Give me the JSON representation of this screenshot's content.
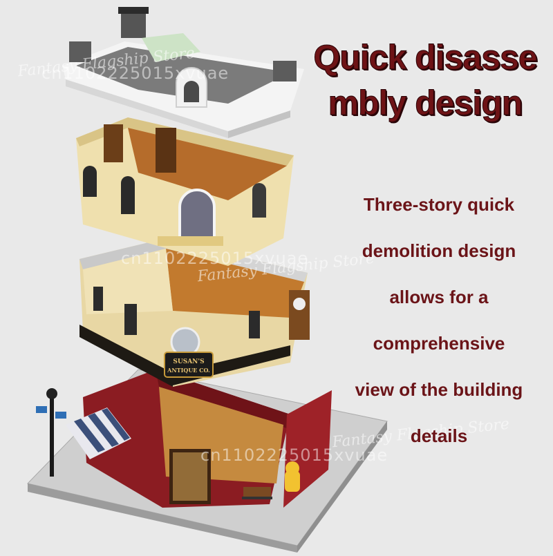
{
  "headline": {
    "line1": "Quick disasse",
    "line2": "mbly design"
  },
  "description": {
    "lines": [
      "Three-story quick",
      "demolition design",
      "allows for a",
      "comprehensive",
      "view of the building",
      "details"
    ]
  },
  "watermarks": {
    "store": "Fantasy Flagship Store",
    "id": "cn1102225015xvuae"
  },
  "scene": {
    "sign_text_top": "SUSAN'S",
    "sign_text_bottom": "ANTIQUE CO."
  },
  "colors": {
    "headline": "#6e1316",
    "body_text": "#6b1418",
    "background": "#e9e9e9"
  }
}
